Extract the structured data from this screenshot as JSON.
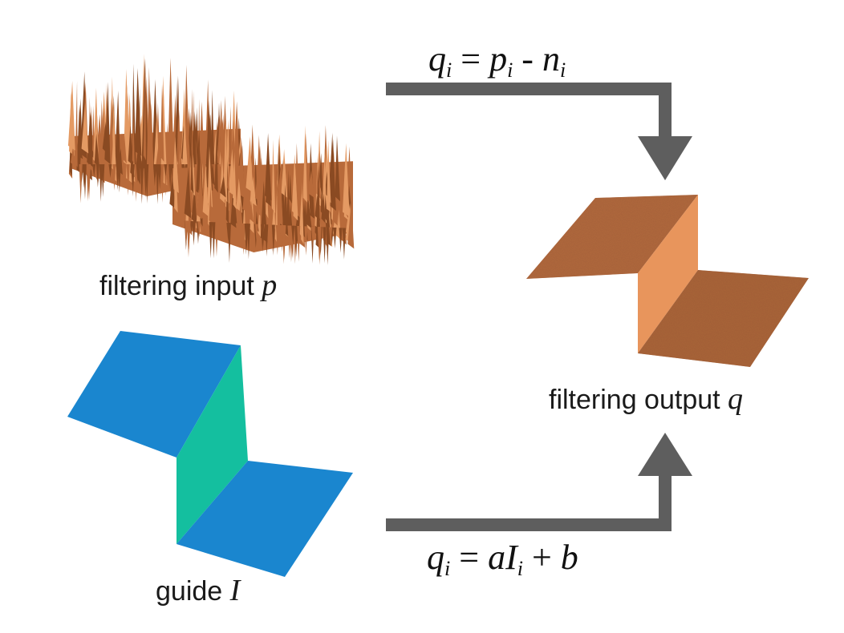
{
  "labels": {
    "input_text": "filtering input",
    "input_var": "p",
    "guide_text": "guide",
    "guide_var": "I",
    "output_text": "filtering output",
    "output_var": "q"
  },
  "equations": {
    "top": {
      "q": "q",
      "q_sub": "i",
      "eq": "=",
      "p": "p",
      "p_sub": "i",
      "minus": "-",
      "n": "n",
      "n_sub": "i"
    },
    "bottom": {
      "q": "q",
      "q_sub": "i",
      "eq": "=",
      "a": "a",
      "I": "I",
      "I_sub": "i",
      "plus": "+",
      "b": "b"
    }
  },
  "colors": {
    "arrow": "#5e5e5e",
    "noisy_orange": "#b86a3a",
    "noisy_orange_light": "#e49a63",
    "output_top": "#b0683d",
    "output_face": "#e8955c",
    "guide_blue": "#1a86cf",
    "guide_face": "#14bf9f"
  }
}
